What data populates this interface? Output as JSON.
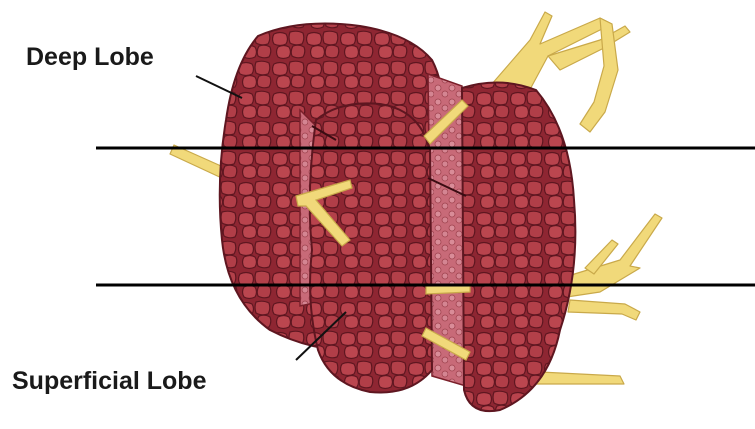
{
  "labels": {
    "deep_lobe": "Deep Lobe",
    "superficial_lobe": "Superficial Lobe"
  },
  "colors": {
    "gland": "#a3313c",
    "gland_dark": "#7a1f2a",
    "lobule_outline": "#5e1620",
    "lobule_fill": "#b9434d",
    "cut_surface": "#c86a78",
    "cut_surface_light": "#d98c98",
    "nerve": "#f1d97a",
    "nerve_outline": "#c9a94a",
    "leader_line": "#111111",
    "section_line": "#000000",
    "label_text": "#1a1a1a"
  },
  "structures": [
    "gland-deep-lobe",
    "gland-superficial-lobe",
    "facial-nerve-branches",
    "section-plane-upper",
    "section-plane-lower"
  ]
}
